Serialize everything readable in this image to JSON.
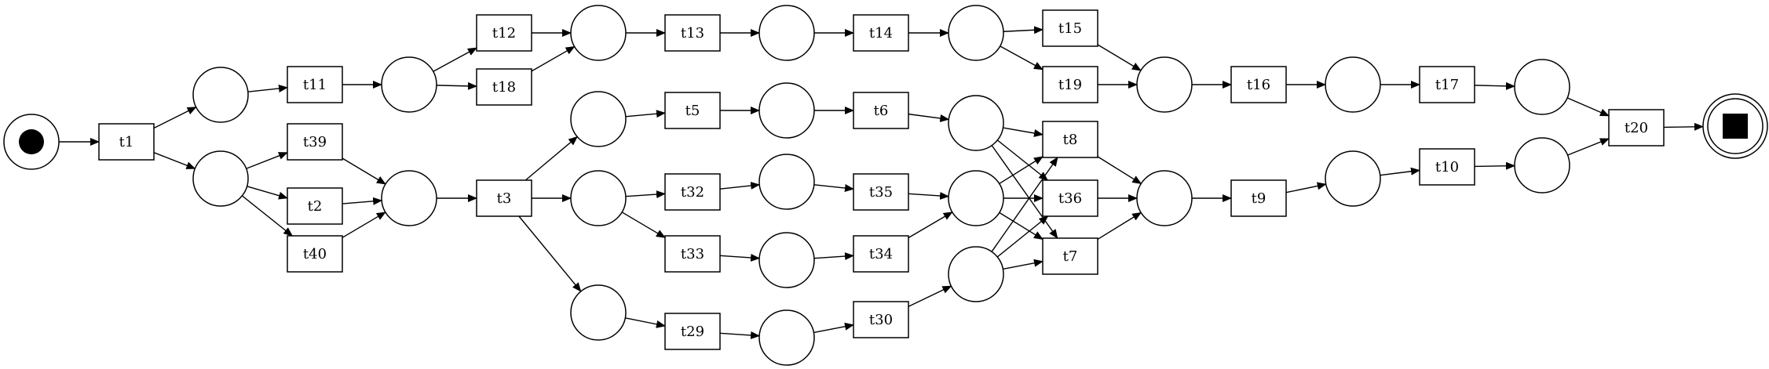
{
  "diagram": {
    "type": "petri-net",
    "colors": {
      "stroke": "#000000",
      "fill": "#ffffff",
      "token": "#000000"
    },
    "places": [
      {
        "id": "source",
        "kind": "start"
      },
      {
        "id": "p_t1_up"
      },
      {
        "id": "p_t1_down"
      },
      {
        "id": "p_t11"
      },
      {
        "id": "p_join1"
      },
      {
        "id": "p_t13"
      },
      {
        "id": "p_t14"
      },
      {
        "id": "p_t15_19"
      },
      {
        "id": "p_t16"
      },
      {
        "id": "p_t17"
      },
      {
        "id": "p_t17_out"
      },
      {
        "id": "p_t3_up"
      },
      {
        "id": "p_t3_mid"
      },
      {
        "id": "p_t3_low"
      },
      {
        "id": "p_t5"
      },
      {
        "id": "p_t6"
      },
      {
        "id": "p_t32"
      },
      {
        "id": "p_t33"
      },
      {
        "id": "p_t35_34"
      },
      {
        "id": "p_t29"
      },
      {
        "id": "p_t30"
      },
      {
        "id": "p_join_t9"
      },
      {
        "id": "p_t9"
      },
      {
        "id": "p_t10"
      },
      {
        "id": "sink",
        "kind": "end"
      }
    ],
    "transitions": [
      {
        "id": "t1",
        "label": "t1"
      },
      {
        "id": "t11",
        "label": "t11"
      },
      {
        "id": "t12",
        "label": "t12"
      },
      {
        "id": "t18",
        "label": "t18"
      },
      {
        "id": "t13",
        "label": "t13"
      },
      {
        "id": "t14",
        "label": "t14"
      },
      {
        "id": "t15",
        "label": "t15"
      },
      {
        "id": "t19",
        "label": "t19"
      },
      {
        "id": "t16",
        "label": "t16"
      },
      {
        "id": "t17",
        "label": "t17"
      },
      {
        "id": "t20",
        "label": "t20"
      },
      {
        "id": "t39",
        "label": "t39"
      },
      {
        "id": "t2",
        "label": "t2"
      },
      {
        "id": "t40",
        "label": "t40"
      },
      {
        "id": "t3",
        "label": "t3"
      },
      {
        "id": "t5",
        "label": "t5"
      },
      {
        "id": "t6",
        "label": "t6"
      },
      {
        "id": "t32",
        "label": "t32"
      },
      {
        "id": "t35",
        "label": "t35"
      },
      {
        "id": "t33",
        "label": "t33"
      },
      {
        "id": "t34",
        "label": "t34"
      },
      {
        "id": "t29",
        "label": "t29"
      },
      {
        "id": "t30",
        "label": "t30"
      },
      {
        "id": "t8",
        "label": "t8"
      },
      {
        "id": "t36",
        "label": "t36"
      },
      {
        "id": "t7",
        "label": "t7"
      },
      {
        "id": "t9",
        "label": "t9"
      },
      {
        "id": "t10",
        "label": "t10"
      }
    ],
    "arcs": [
      [
        "source",
        "t1"
      ],
      [
        "t1",
        "p_t1_up"
      ],
      [
        "t1",
        "p_t1_down"
      ],
      [
        "p_t1_up",
        "t11"
      ],
      [
        "t11",
        "p_t11"
      ],
      [
        "p_t11",
        "t12"
      ],
      [
        "p_t11",
        "t18"
      ],
      [
        "t12",
        "p_join1"
      ],
      [
        "t18",
        "p_join1"
      ],
      [
        "p_join1",
        "t13"
      ],
      [
        "t13",
        "p_t13"
      ],
      [
        "p_t13",
        "t14"
      ],
      [
        "t14",
        "p_t14"
      ],
      [
        "p_t14",
        "t15"
      ],
      [
        "p_t14",
        "t19"
      ],
      [
        "t15",
        "p_t15_19"
      ],
      [
        "t19",
        "p_t15_19"
      ],
      [
        "p_t15_19",
        "t16"
      ],
      [
        "t16",
        "p_t16"
      ],
      [
        "p_t16",
        "t17"
      ],
      [
        "t17",
        "p_t17_out"
      ],
      [
        "p_t17_out",
        "t20"
      ],
      [
        "p_t1_down",
        "t39"
      ],
      [
        "p_t1_down",
        "t2"
      ],
      [
        "p_t1_down",
        "t40"
      ],
      [
        "t39",
        "p_t3_in"
      ],
      [
        "t2",
        "p_t3_in"
      ],
      [
        "t40",
        "p_t3_in"
      ],
      [
        "p_t3_in",
        "t3"
      ],
      [
        "t3",
        "p_t3_up"
      ],
      [
        "t3",
        "p_t3_mid"
      ],
      [
        "t3",
        "p_t3_low"
      ],
      [
        "p_t3_up",
        "t5"
      ],
      [
        "t5",
        "p_t5"
      ],
      [
        "p_t5",
        "t6"
      ],
      [
        "t6",
        "p_t6"
      ],
      [
        "p_t3_mid",
        "t32"
      ],
      [
        "p_t3_mid",
        "t33"
      ],
      [
        "t32",
        "p_t32"
      ],
      [
        "p_t32",
        "t35"
      ],
      [
        "t33",
        "p_t33"
      ],
      [
        "p_t33",
        "t34"
      ],
      [
        "t35",
        "p_t35_34"
      ],
      [
        "t34",
        "p_t35_34"
      ],
      [
        "p_t3_low",
        "t29"
      ],
      [
        "t29",
        "p_t29"
      ],
      [
        "p_t29",
        "t30"
      ],
      [
        "t30",
        "p_t30"
      ],
      [
        "p_t6",
        "t8"
      ],
      [
        "p_t6",
        "t36"
      ],
      [
        "p_t6",
        "t7"
      ],
      [
        "p_t35_34",
        "t8"
      ],
      [
        "p_t35_34",
        "t36"
      ],
      [
        "p_t35_34",
        "t7"
      ],
      [
        "p_t30",
        "t8"
      ],
      [
        "p_t30",
        "t36"
      ],
      [
        "p_t30",
        "t7"
      ],
      [
        "t8",
        "p_join_t9"
      ],
      [
        "t36",
        "p_join_t9"
      ],
      [
        "t7",
        "p_join_t9"
      ],
      [
        "p_join_t9",
        "t9"
      ],
      [
        "t9",
        "p_t9"
      ],
      [
        "p_t9",
        "t10"
      ],
      [
        "t10",
        "p_t10"
      ],
      [
        "p_t10",
        "t20"
      ],
      [
        "t20",
        "sink"
      ]
    ]
  }
}
